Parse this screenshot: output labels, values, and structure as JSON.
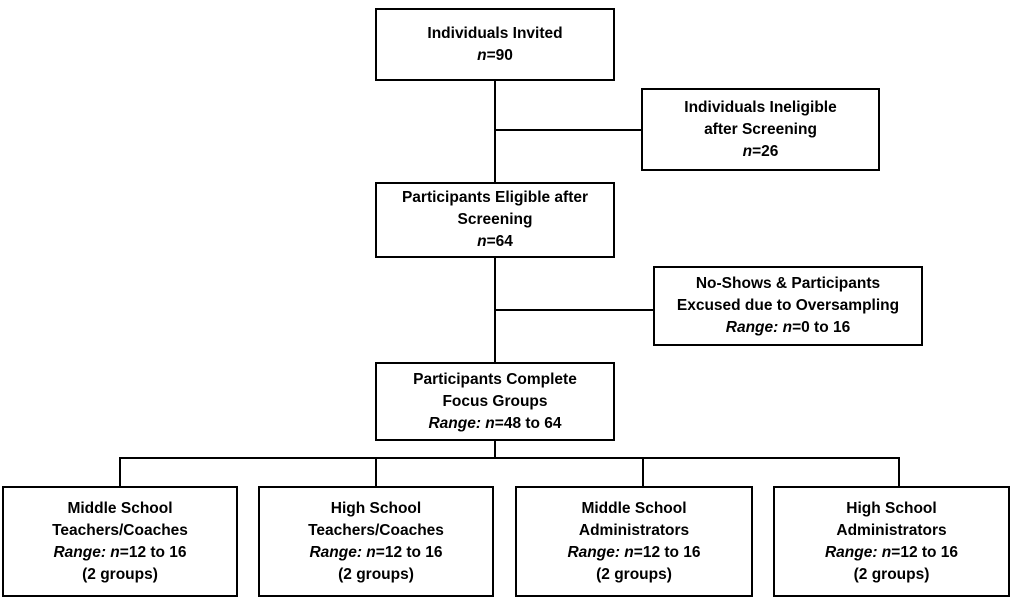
{
  "diagram": {
    "type": "participant-flow-chart",
    "colors": {
      "line": "#000000",
      "background": "#ffffff",
      "text": "#000000"
    },
    "boxes": {
      "invited": {
        "lines": [
          {
            "t": "Individuals Invited"
          },
          {
            "i": "n",
            "t": "=90"
          }
        ]
      },
      "ineligible": {
        "lines": [
          {
            "t": "Individuals Ineligible"
          },
          {
            "t": "after Screening"
          },
          {
            "i": "n",
            "t": "=26"
          }
        ]
      },
      "eligible": {
        "lines": [
          {
            "t": "Participants Eligible after"
          },
          {
            "t": "Screening"
          },
          {
            "i": "n",
            "t": "=64"
          }
        ]
      },
      "noshows": {
        "lines": [
          {
            "t": "No-Shows & Participants"
          },
          {
            "t": "Excused due to Oversampling"
          },
          {
            "i": "Range: n",
            "t": "=0 to 16"
          }
        ]
      },
      "complete": {
        "lines": [
          {
            "t": "Participants Complete"
          },
          {
            "t": "Focus Groups"
          },
          {
            "i": "Range: n",
            "t": "=48 to 64"
          }
        ]
      },
      "ms_teachers": {
        "lines": [
          {
            "t": "Middle School"
          },
          {
            "t": "Teachers/Coaches"
          },
          {
            "i": "Range: n",
            "t": "=12 to 16"
          },
          {
            "t": "(2 groups)"
          }
        ]
      },
      "hs_teachers": {
        "lines": [
          {
            "t": "High School"
          },
          {
            "t": "Teachers/Coaches"
          },
          {
            "i": "Range: n",
            "t": "=12 to 16"
          },
          {
            "t": "(2 groups)"
          }
        ]
      },
      "ms_admins": {
        "lines": [
          {
            "t": "Middle School"
          },
          {
            "t": "Administrators"
          },
          {
            "i": "Range: n",
            "t": "=12 to 16"
          },
          {
            "t": "(2 groups)"
          }
        ]
      },
      "hs_admins": {
        "lines": [
          {
            "t": "High School"
          },
          {
            "t": "Administrators"
          },
          {
            "i": "Range: n",
            "t": "=12 to 16"
          },
          {
            "t": "(2 groups)"
          }
        ]
      }
    }
  }
}
